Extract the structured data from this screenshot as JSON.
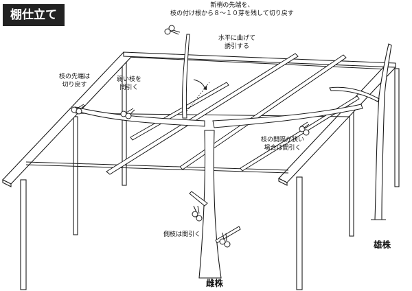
{
  "title": "棚仕立て",
  "labels": {
    "shoot_tip": [
      "新梢の先端を、",
      "枝の付け根から８～１０芽を残して切り戻す"
    ],
    "bend_horizontal": [
      "水平に曲げて",
      "誘引する"
    ],
    "branch_tip": [
      "枝の先端は",
      "切り戻す"
    ],
    "weak_branch": [
      "弱い枝を",
      "間引く"
    ],
    "narrow_spacing": [
      "枝の間隔が狭い",
      "場合は間引く"
    ],
    "side_branch": "側枝は間引く",
    "female_tree": "雌株",
    "male_tree": "雄株"
  },
  "colors": {
    "line": "#1a1a1a",
    "badge": "#222222"
  },
  "icons": [
    "pruning-shears-icon",
    "arrow-icon"
  ]
}
